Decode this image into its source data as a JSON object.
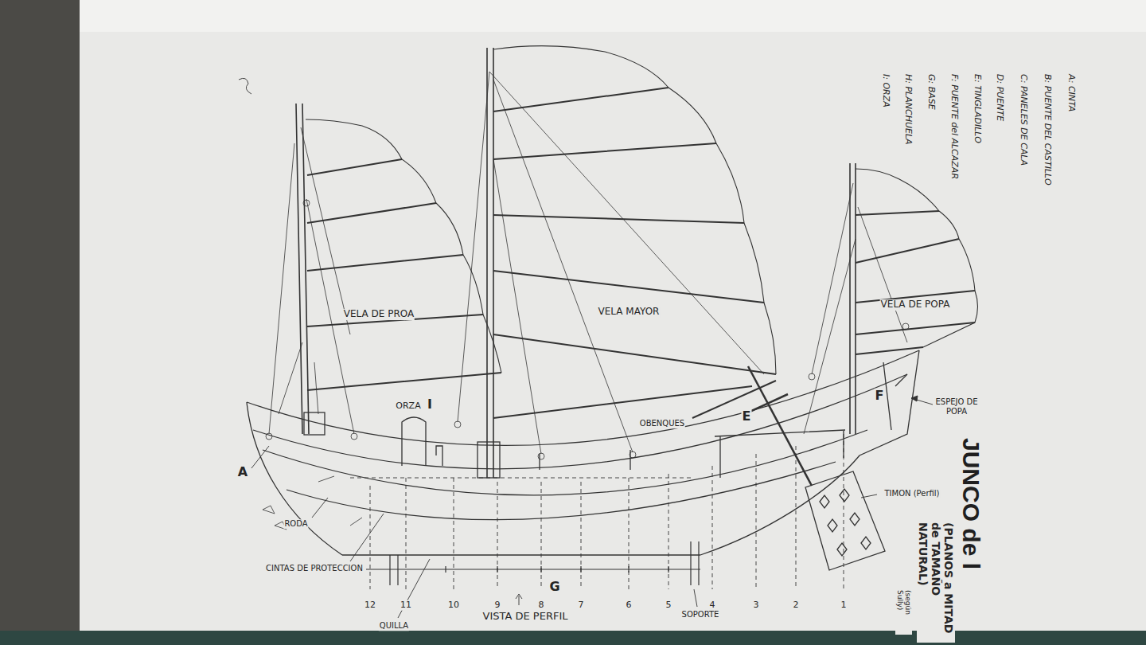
{
  "diagram": {
    "title": "JUNCO de l",
    "labels": [
      "A: CINTA",
      "B: PUENTE DEL CASTILLO",
      "C: PANELES DE CALA",
      "D: PUENTE",
      "E: TINGLADILLO",
      "F: PUENTE del ALCAZAR",
      "G: BASE",
      "H: PLANCHUELA",
      "I: ORZA",
      "VELA DE PROA",
      "VELA MAYOR",
      "VELA DE POPA",
      "ORZA",
      "I",
      "OBENQUES",
      "E",
      "F",
      "ESPEJO DE POPA",
      "TIMON (Perfil)",
      "A",
      "RODA",
      "CINTAS DE PROTECCION",
      "G",
      "QUILLA",
      "VISTA DE PERFIL",
      "SOPORTE",
      "(PLANOS a MITAD de TAMAÑO NATURAL)",
      "(según Sully)",
      "12",
      "11",
      "10",
      "9",
      "8",
      "7",
      "6",
      "5",
      "4",
      "3",
      "2",
      "1"
    ]
  }
}
